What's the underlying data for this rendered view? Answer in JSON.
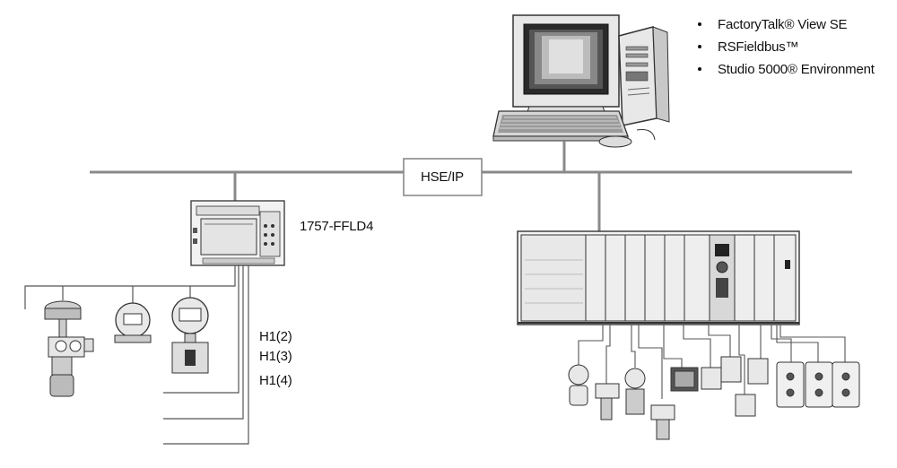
{
  "software_list": {
    "items": [
      {
        "text": "FactoryTalk® View SE"
      },
      {
        "text": "RSFieldbus™"
      },
      {
        "text": "Studio 5000® Environment"
      }
    ]
  },
  "network": {
    "label": "HSE/IP"
  },
  "linking_device": {
    "label": "1757-FFLD4"
  },
  "h1_links": [
    {
      "label": "H1(2)"
    },
    {
      "label": "H1(3)"
    },
    {
      "label": "H1(4)"
    }
  ],
  "colors": {
    "line": "#8a8a8a",
    "device_outline": "#333333",
    "device_fill": "#f2f2f2",
    "screen": "#2a2a2a"
  }
}
